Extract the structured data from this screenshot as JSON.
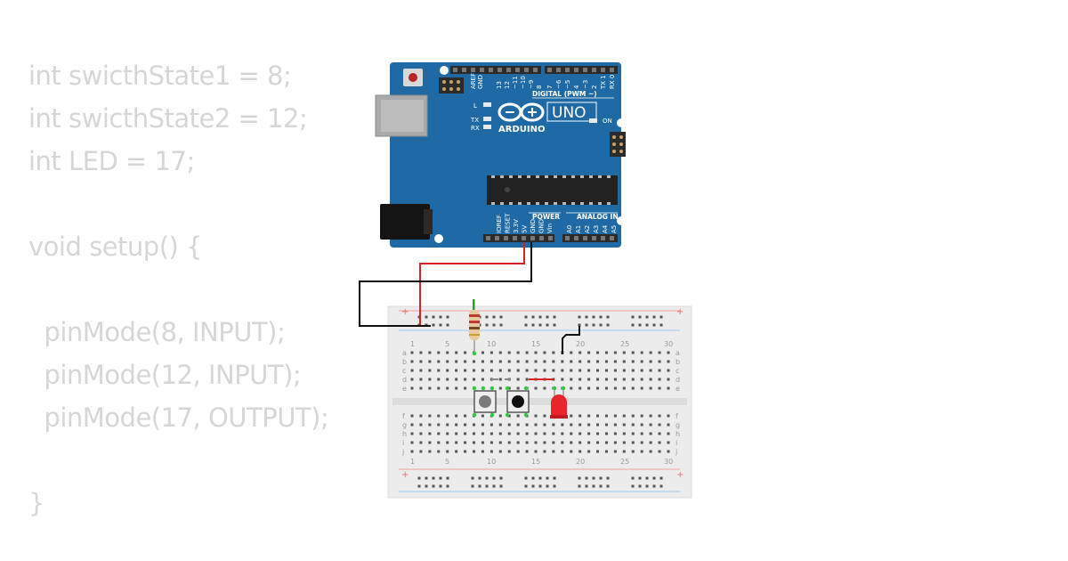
{
  "code": {
    "lines": [
      "int swicthState1 = 8;",
      "int swicthState2 = 12;",
      "int LED = 17;",
      "",
      "void setup() {",
      "",
      "  pinMode(8, INPUT);",
      "  pinMode(12, INPUT);",
      "  pinMode(17, OUTPUT);",
      "",
      "}"
    ]
  },
  "arduino": {
    "model": "UNO",
    "brand": "ARDUINO",
    "digital_header": "DIGITAL (PWM ~)",
    "power_label": "POWER",
    "analog_label": "ANALOG IN",
    "aref": "AREF",
    "gnd": "GND",
    "led_l": "L",
    "led_tx": "TX",
    "led_rx": "RX",
    "on_label": "ON",
    "power_pins": [
      "IOREF",
      "RESET",
      "3.3V",
      "5V",
      "GND",
      "GND",
      "Vin"
    ],
    "analog_pins": [
      "A0",
      "A1",
      "A2",
      "A3",
      "A4",
      "A5"
    ],
    "digital_pins": [
      "13",
      "12",
      "~11",
      "~10",
      "~9",
      "8",
      "7",
      "~6",
      "~5",
      "4",
      "~3",
      "2",
      "TX 1",
      "RX 0"
    ]
  },
  "breadboard": {
    "column_numbers": [
      "1",
      "5",
      "10",
      "15",
      "20",
      "25",
      "30"
    ],
    "rows_top": [
      "a",
      "b",
      "c",
      "d",
      "e"
    ],
    "rows_bottom": [
      "f",
      "g",
      "h",
      "i",
      "j"
    ],
    "plus": "+",
    "minus": "-"
  },
  "colors": {
    "board_blue": "#1f6aa5",
    "wire_red": "#e02020",
    "wire_black": "#111111",
    "code_gray": "#d6d6d6",
    "led_red": "#e8262b"
  }
}
